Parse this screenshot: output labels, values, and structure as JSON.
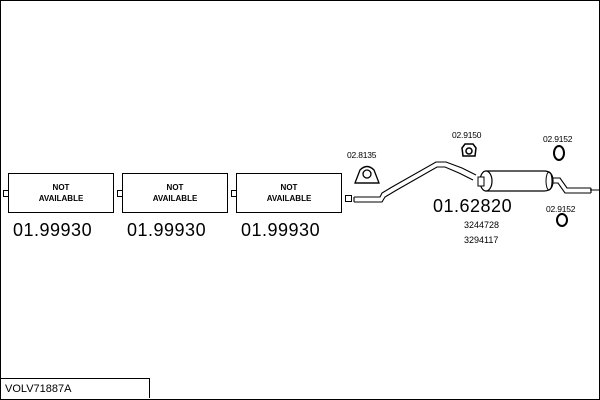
{
  "title": "VOLV71887A",
  "sections": [
    {
      "line1": "NOT",
      "line2": "AVAILABLE",
      "part_number": "01.99930"
    },
    {
      "line1": "NOT",
      "line2": "AVAILABLE",
      "part_number": "01.99930"
    },
    {
      "line1": "NOT",
      "line2": "AVAILABLE",
      "part_number": "01.99930"
    }
  ],
  "gasket_label": "02.8135",
  "muffler": {
    "part_number": "01.62820",
    "oem_numbers": [
      "3244728",
      "3294117"
    ]
  },
  "rubber_mounts": [
    "02.9150",
    "02.9152",
    "02.9152"
  ]
}
